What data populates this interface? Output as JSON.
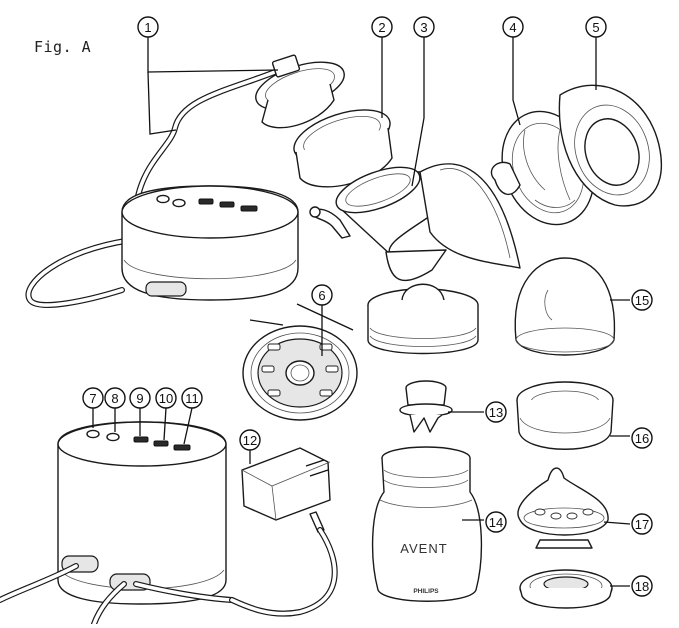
{
  "figure": {
    "label": "Fig. A"
  },
  "brand": {
    "bottle_logo": "AVENT",
    "bottle_maker": "PHILIPS"
  },
  "callouts": [
    {
      "id": "1",
      "name": "callout-1"
    },
    {
      "id": "2",
      "name": "callout-2"
    },
    {
      "id": "3",
      "name": "callout-3"
    },
    {
      "id": "4",
      "name": "callout-4"
    },
    {
      "id": "5",
      "name": "callout-5"
    },
    {
      "id": "6",
      "name": "callout-6"
    },
    {
      "id": "7",
      "name": "callout-7"
    },
    {
      "id": "8",
      "name": "callout-8"
    },
    {
      "id": "9",
      "name": "callout-9"
    },
    {
      "id": "10",
      "name": "callout-10"
    },
    {
      "id": "11",
      "name": "callout-11"
    },
    {
      "id": "12",
      "name": "callout-12"
    },
    {
      "id": "13",
      "name": "callout-13"
    },
    {
      "id": "14",
      "name": "callout-14"
    },
    {
      "id": "15",
      "name": "callout-15"
    },
    {
      "id": "16",
      "name": "callout-16"
    },
    {
      "id": "17",
      "name": "callout-17"
    },
    {
      "id": "18",
      "name": "callout-18"
    }
  ]
}
